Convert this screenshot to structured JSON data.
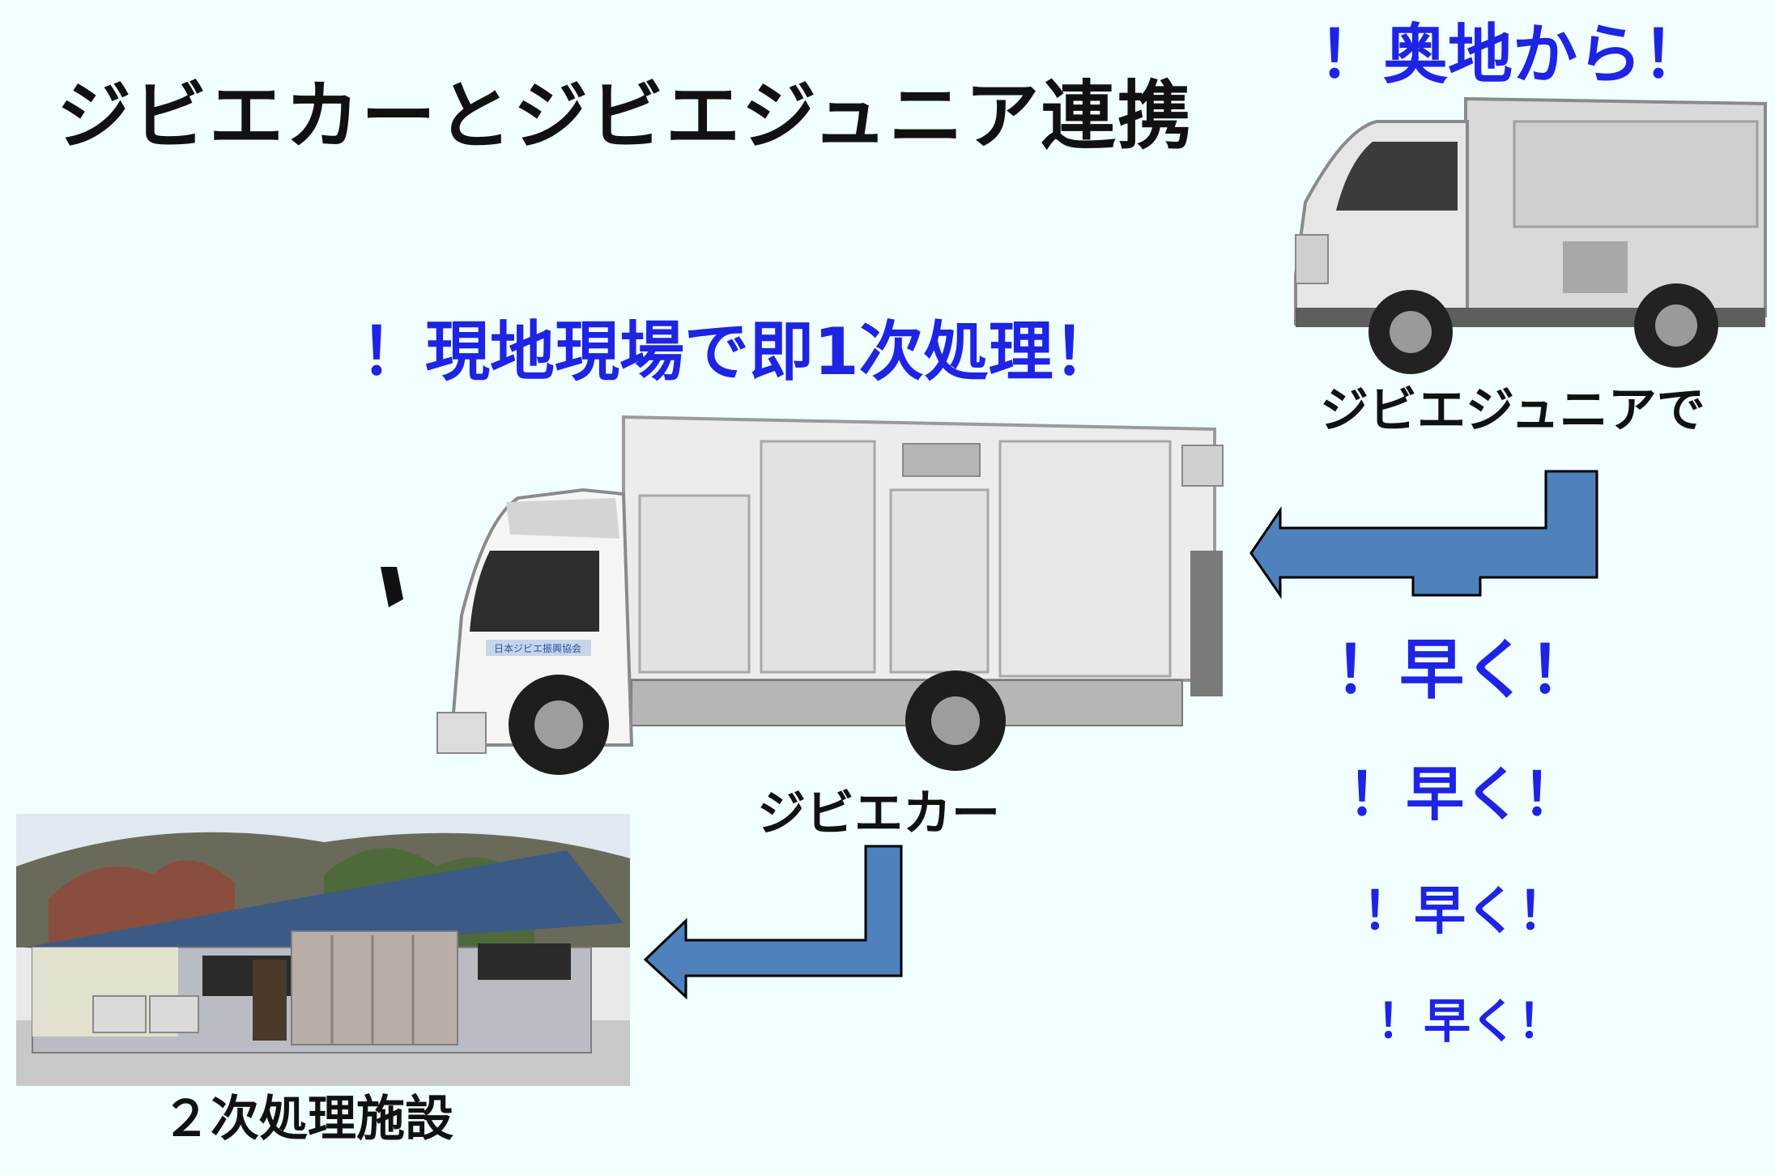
{
  "slide": {
    "title": "ジビエカーとジビエジュニア連携",
    "headline_remote": "！奥地から！",
    "headline_onsite": "！現地現場で即1次処理！",
    "captions": {
      "junior": "ジビエジュニアで",
      "gibier_car": "ジビエカー",
      "facility": "２次処理施設"
    },
    "hayaku": [
      "！早く！",
      "！早く！",
      "！早く！",
      "！早く！"
    ],
    "truck_door_text": "日本ジビエ振興協会"
  },
  "colors": {
    "background": "#f0feff",
    "accent_blue_text": "#1f23e3",
    "arrow_fill": "#4f81bd"
  }
}
